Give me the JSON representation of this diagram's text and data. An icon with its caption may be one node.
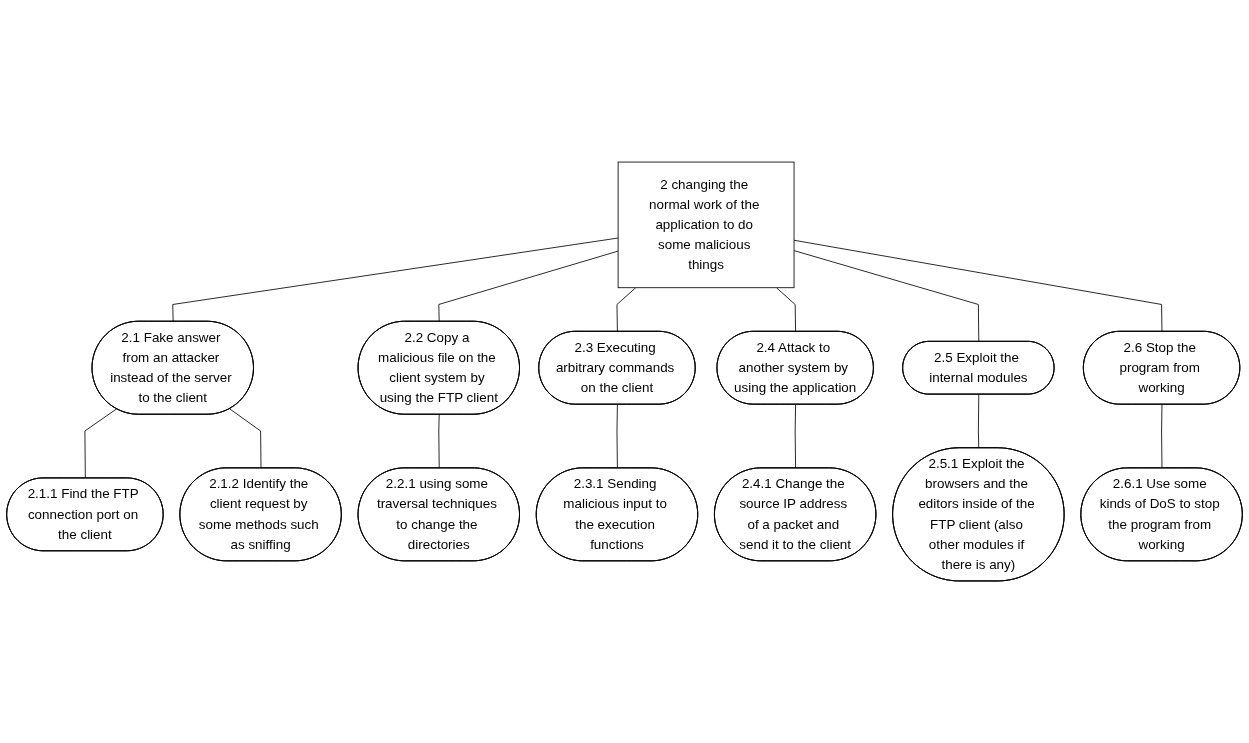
{
  "diagram": {
    "nodes": [
      {
        "text": [
          "2 changing the normal work of the application to do some malicious things"
        ]
      },
      {
        "text": [
          "2.1 Fake answer from an attacker instead of the server to the client"
        ]
      },
      {
        "text": [
          "2.1.1 Find the FTP connection port on the client"
        ]
      },
      {
        "text": [
          "2.1.2 Identify the client request by some methods such as sniffing"
        ]
      },
      {
        "text": [
          "2.2 Copy a malicious file on the client system by using the FTP client"
        ]
      },
      {
        "text": [
          "2.2.1 using some traversal techniques to change the directories"
        ]
      },
      {
        "text": [
          "2.3 Executing arbitrary commands on the client"
        ]
      },
      {
        "text": [
          "2.3.1 Sending malicious input to the execution functions"
        ]
      },
      {
        "text": [
          "2.4 Attack to another system by using the application"
        ]
      },
      {
        "text": [
          "2.4.1 Change the source IP address of a packet and send it to the client"
        ]
      },
      {
        "text": [
          "2.5 Exploit the internal modules"
        ]
      },
      {
        "text": [
          "2.5.1 Exploit the browsers and the editors inside of the FTP client (also other modules if there is any)"
        ]
      },
      {
        "text": [
          "2.6 Stop the program from working"
        ]
      },
      {
        "text": [
          "2.6.1 Use some kinds of DoS to stop the program from working"
        ]
      }
    ],
    "edges": [
      {
        "from": 0,
        "to": 1,
        "arrow": "none"
      },
      {
        "from": 0,
        "to": 4,
        "arrow": "none"
      },
      {
        "from": 0,
        "to": 6,
        "arrow": "none"
      },
      {
        "from": 0,
        "to": 8,
        "arrow": "none"
      },
      {
        "from": 0,
        "to": 10,
        "arrow": "none"
      },
      {
        "from": 0,
        "to": 12,
        "arrow": "none"
      },
      {
        "from": 1,
        "to": 2,
        "arrow": "none"
      },
      {
        "from": 1,
        "to": 3,
        "arrow": "none"
      },
      {
        "from": 4,
        "to": 5,
        "arrow": "none"
      },
      {
        "from": 6,
        "to": 7,
        "arrow": "none"
      },
      {
        "from": 8,
        "to": 9,
        "arrow": "none"
      },
      {
        "from": 10,
        "to": 11,
        "arrow": "none"
      },
      {
        "from": 12,
        "to": 13,
        "arrow": "none"
      }
    ]
  }
}
